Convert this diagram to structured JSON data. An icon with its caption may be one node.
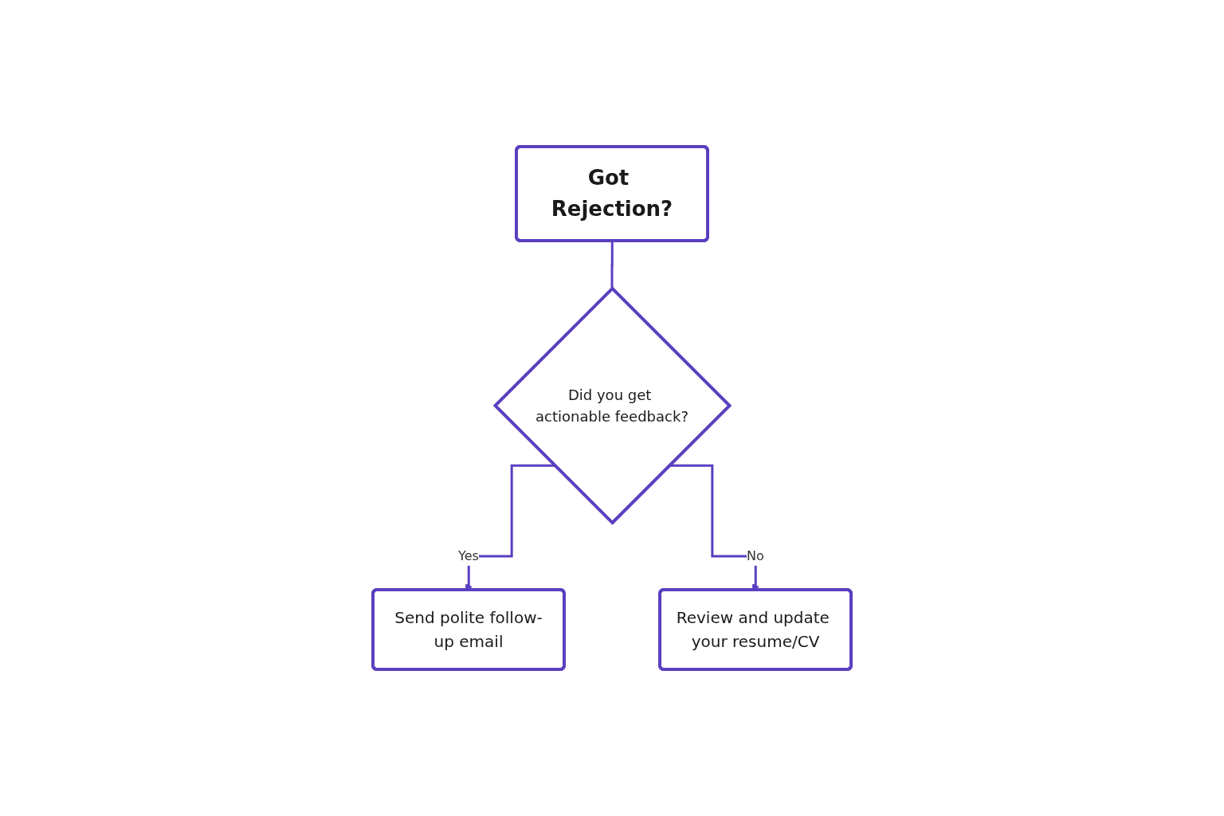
{
  "diagram": {
    "nodes": [
      {
        "text": [
          "Got Rejection?"
        ]
      },
      {
        "text": [
          "Did you get actionable feedback?"
        ]
      },
      {
        "text": [
          "Send polite follow-up email"
        ]
      },
      {
        "text": [
          "Review and update your resume/CV"
        ]
      }
    ],
    "edges": [
      {
        "from": 0,
        "to": 1,
        "arrow": "none"
      },
      {
        "from": 1,
        "to": 2,
        "arrow": "to",
        "label": "Yes"
      },
      {
        "from": 1,
        "to": 3,
        "arrow": "to",
        "label": "No"
      }
    ]
  }
}
